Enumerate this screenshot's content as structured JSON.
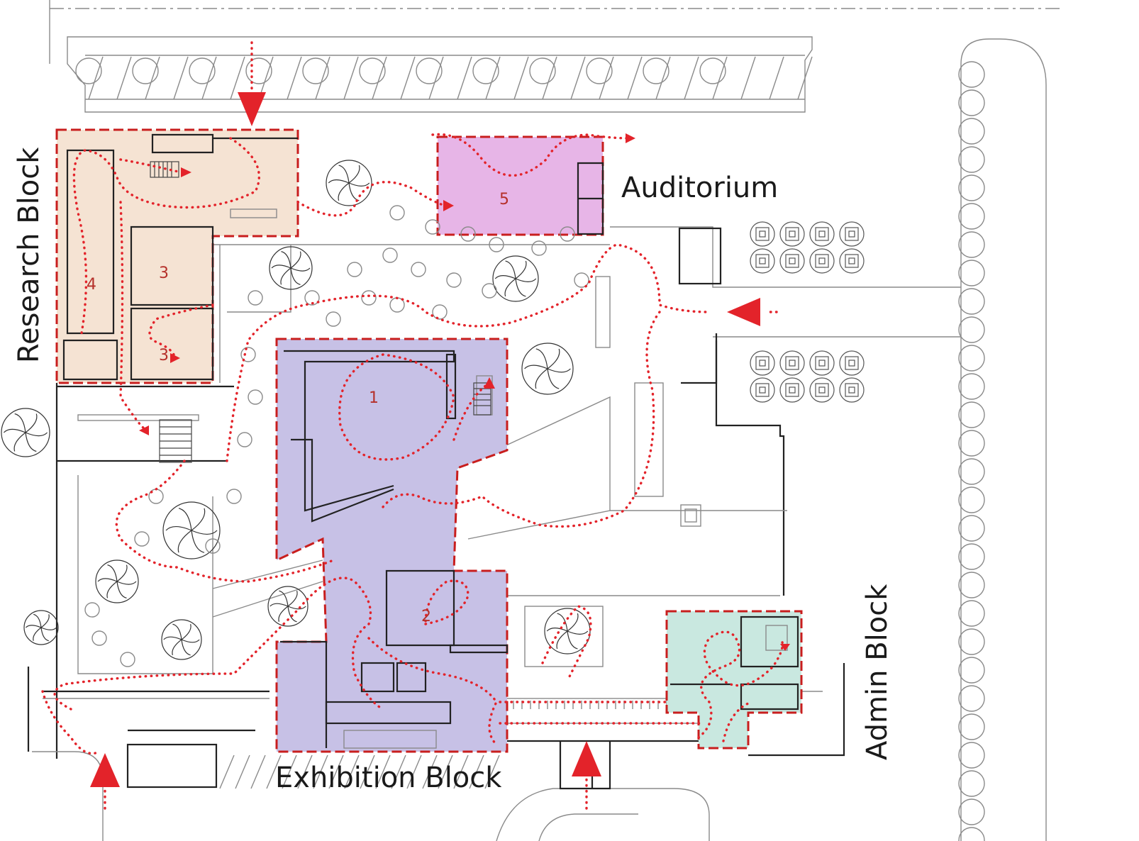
{
  "labels": {
    "auditorium": "Auditorium",
    "research_block": "Research Block",
    "exhibition_block": "Exhibition Block",
    "admin_block": "Admin Block"
  },
  "rooms": [
    "4",
    "3",
    "3",
    "5",
    "1",
    "2"
  ],
  "colors": {
    "research_fill": "#f5e3d3",
    "auditorium_fill": "#e7b5e7",
    "exhibition_fill": "#c7c1e6",
    "admin_fill": "#c9e8e0",
    "boundary": "#c81e1e",
    "circulation_path": "#e3232a",
    "entry_arrow": "#e3232a"
  },
  "icons": [
    "tree-icon",
    "entry-arrow-icon",
    "stair-icon",
    "parking-bay-icon"
  ]
}
